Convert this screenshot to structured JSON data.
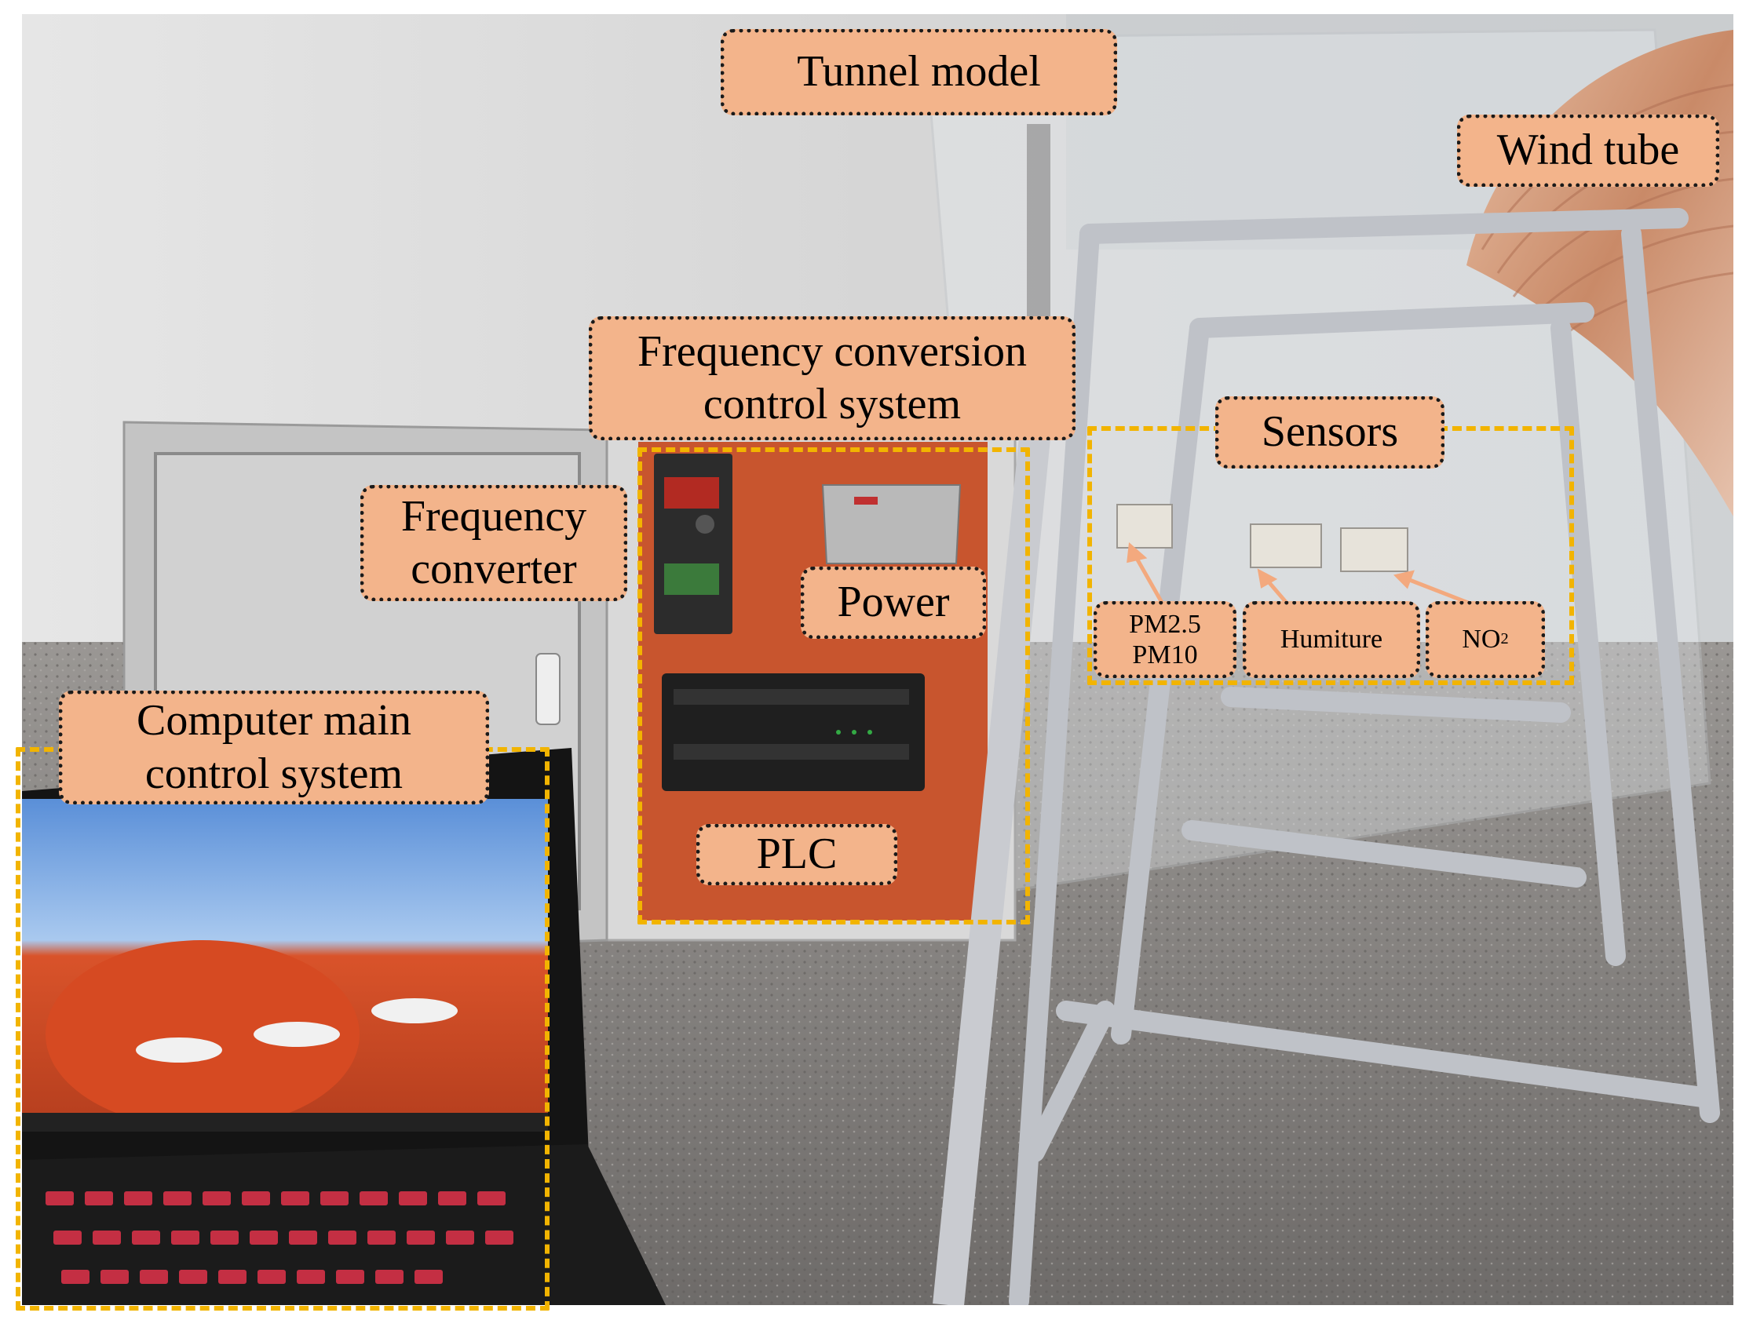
{
  "colors": {
    "label_fill": "#f3b48b",
    "label_border": "#1a1a1a",
    "highlight_dash": "#f2b400",
    "arrow": "#f3a97e",
    "cabinet_panel": "#c8552e",
    "frame_metal": "#c9cbd0",
    "wind_tube": "#d8a88a"
  },
  "labels": {
    "tunnel_model": "Tunnel model",
    "wind_tube": "Wind tube",
    "frequency_conversion_control_system": "Frequency conversion\ncontrol system",
    "frequency_converter": "Frequency\nconverter",
    "power": "Power",
    "plc": "PLC",
    "computer_main_control_system": "Computer main\ncontrol system",
    "sensors": "Sensors",
    "pm_sensor": "PM2.5\nPM10",
    "humiture": "Humiture",
    "no2_base": "NO",
    "no2_sub": "2"
  },
  "scene_icons": [
    "wall-background",
    "floor-background",
    "laptop-icon",
    "control-cabinet-icon",
    "frequency-converter-icon",
    "power-supply-icon",
    "plc-module-icon",
    "metal-frame-icon",
    "wind-tube-icon",
    "sensor-icon"
  ]
}
